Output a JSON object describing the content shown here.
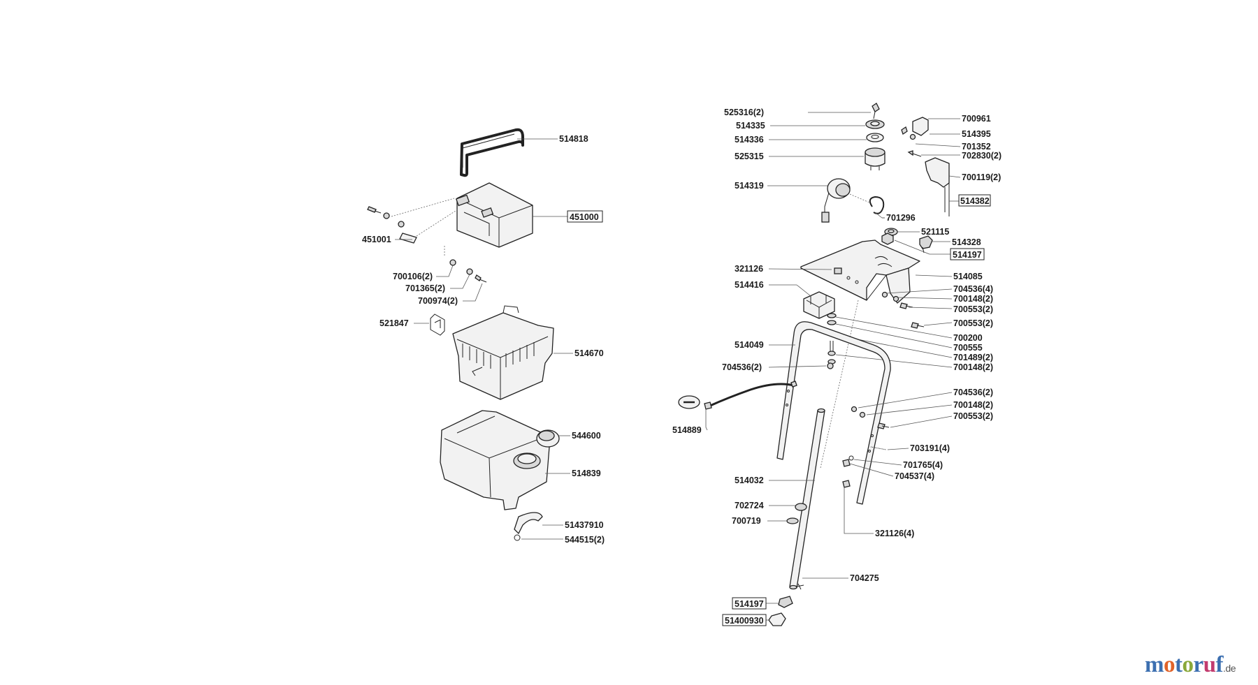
{
  "watermark": {
    "letters": [
      {
        "ch": "m",
        "color": "#3c6fb0"
      },
      {
        "ch": "o",
        "color": "#e0632a"
      },
      {
        "ch": "t",
        "color": "#3c6fb0"
      },
      {
        "ch": "o",
        "color": "#8aa83a"
      },
      {
        "ch": "r",
        "color": "#3c6fb0"
      },
      {
        "ch": "u",
        "color": "#c23b6e"
      },
      {
        "ch": "f",
        "color": "#3c6fb0"
      }
    ],
    "tld": ".de"
  },
  "left_group": {
    "labels": {
      "p514818": "514818",
      "p451000": "451000",
      "p451001": "451001",
      "p700106": "700106(2)",
      "p701365": "701365(2)",
      "p700974": "700974(2)",
      "p521847": "521847",
      "p514670": "514670",
      "p544600": "544600",
      "p514839": "514839",
      "p51437910": "51437910",
      "p544515": "544515(2)"
    }
  },
  "right_group": {
    "labels": {
      "p525316": "525316(2)",
      "p514335": "514335",
      "p514336": "514336",
      "p525315": "525315",
      "p514319": "514319",
      "p700961": "700961",
      "p514395": "514395",
      "p701352": "701352",
      "p702830": "702830(2)",
      "p700119": "700119(2)",
      "p514382": "514382",
      "p701296": "701296",
      "p521115": "521115",
      "p514328": "514328",
      "p514197a": "514197",
      "p321126": "321126",
      "p514416": "514416",
      "p514085": "514085",
      "p704536a": "704536(4)",
      "p700148a": "700148(2)",
      "p700553a": "700553(2)",
      "p700553b": "700553(2)",
      "p700200": "700200",
      "p700555": "700555",
      "p701489": "701489(2)",
      "p700148b": "700148(2)",
      "p514049": "514049",
      "p704536b": "704536(2)",
      "p514889": "514889",
      "p704536c": "704536(2)",
      "p700148c": "700148(2)",
      "p700553c": "700553(2)",
      "p703191": "703191(4)",
      "p701765": "701765(4)",
      "p704537": "704537(4)",
      "p514032": "514032",
      "p702724": "702724",
      "p700719": "700719",
      "p321126b": "321126(4)",
      "p704275": "704275",
      "p514197b": "514197",
      "p51400930": "51400930"
    }
  }
}
